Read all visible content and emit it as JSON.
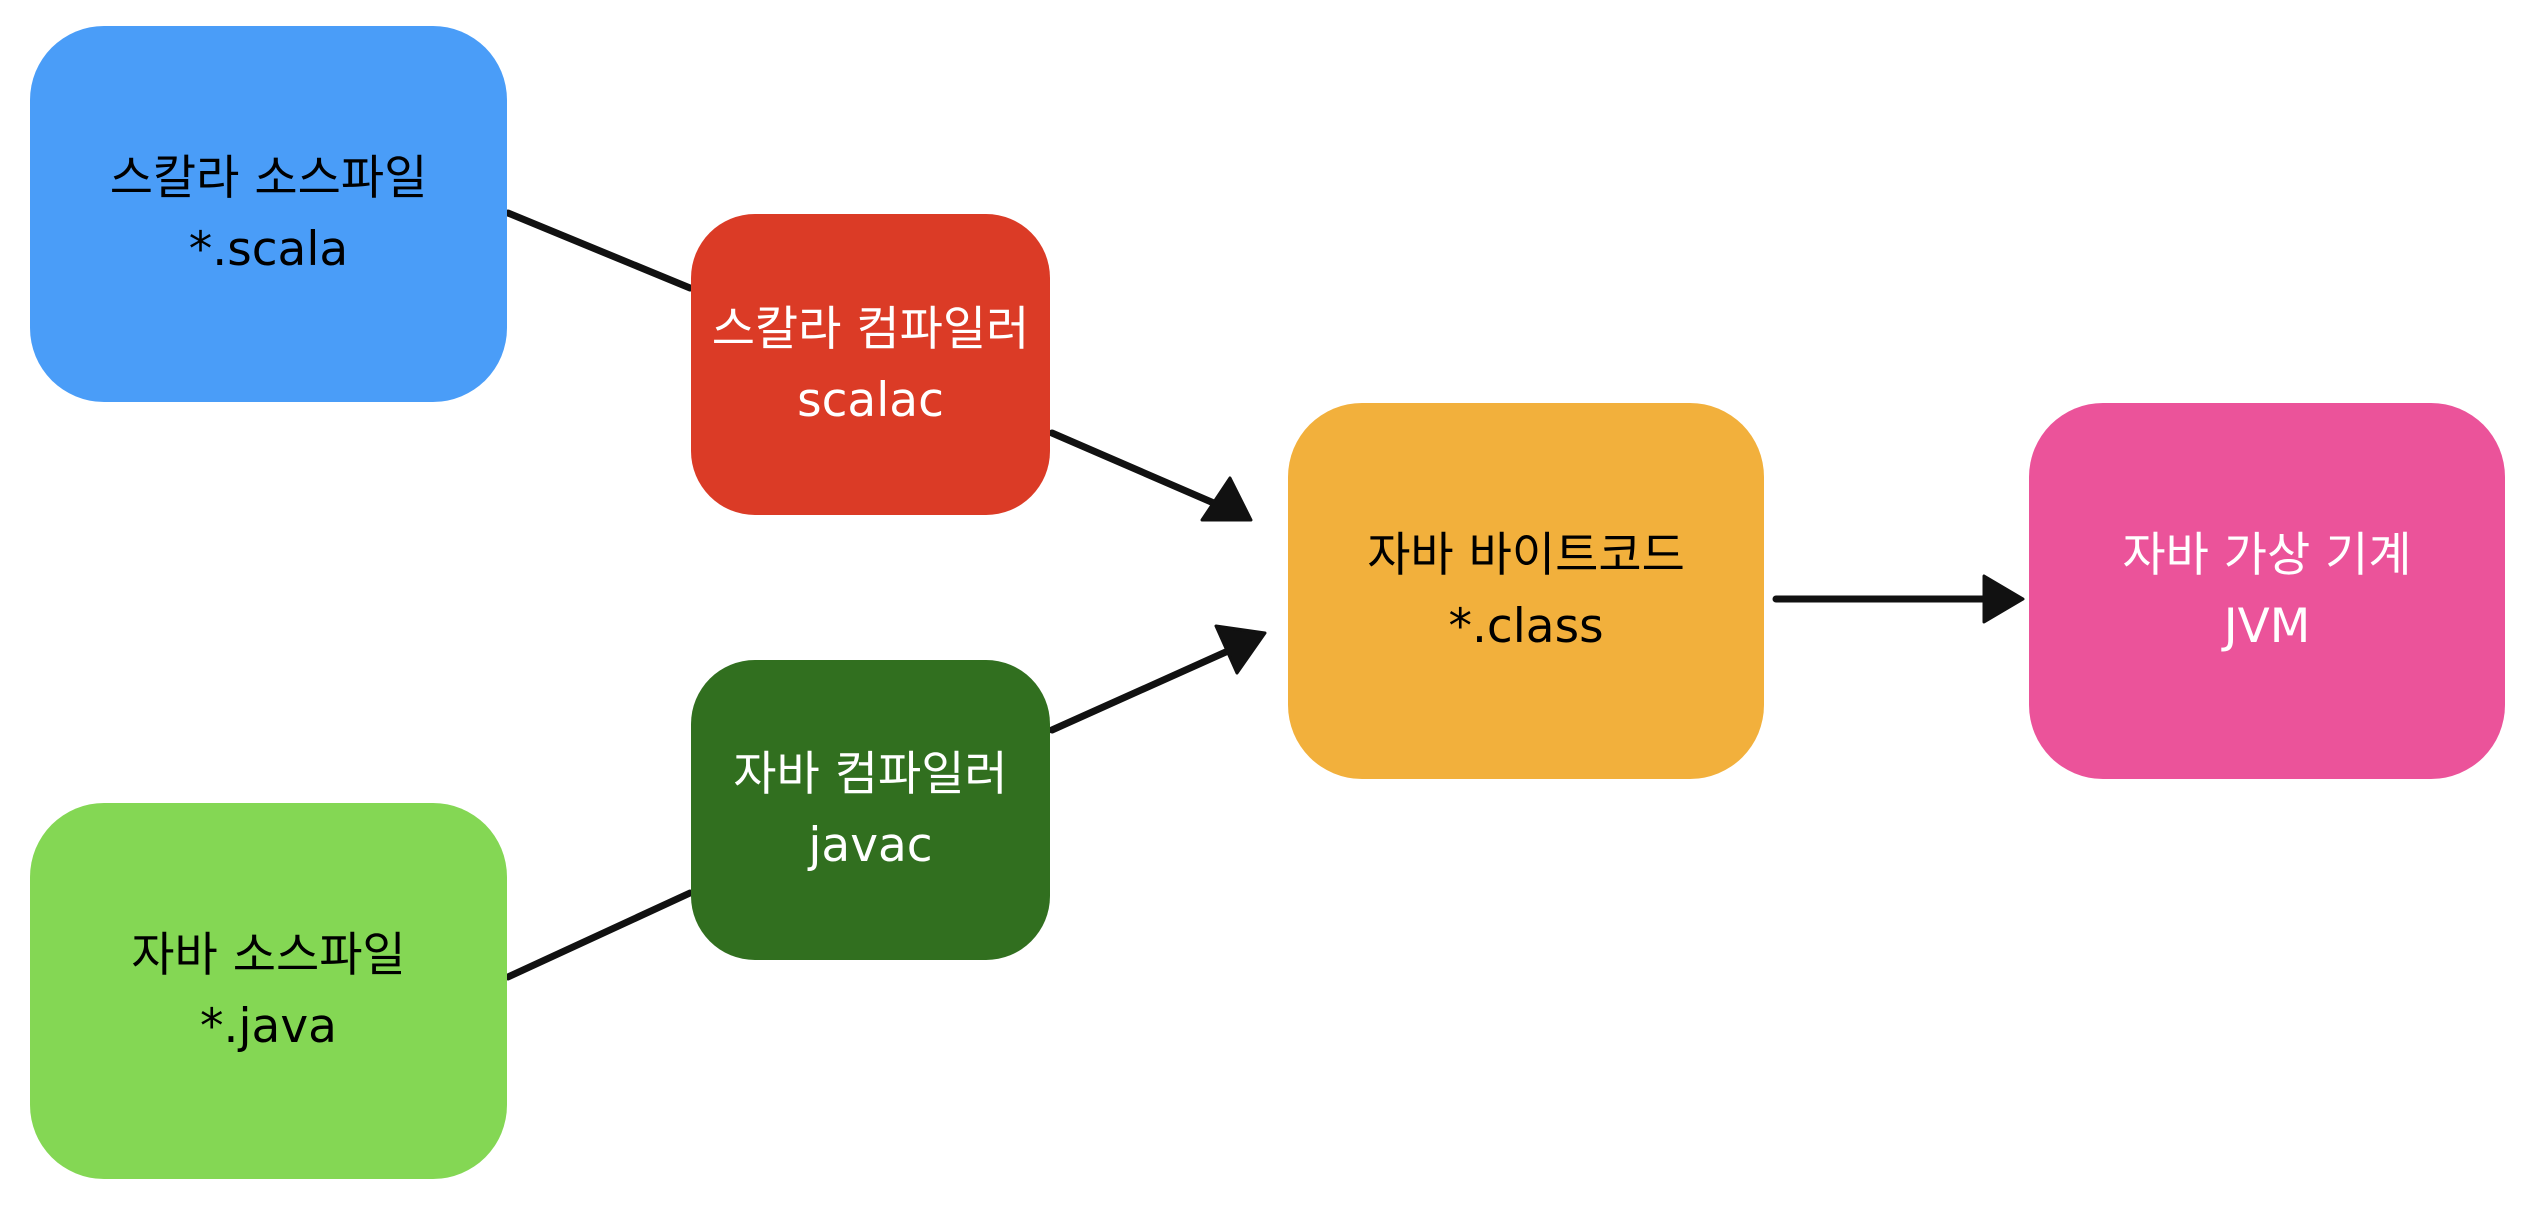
{
  "nodes": {
    "scala_source": {
      "line1": "스칼라 소스파일",
      "line2": "*.scala",
      "fill": "#4A9DF8",
      "text_color": "#000000"
    },
    "scala_compiler": {
      "line1": "스칼라 컴파일러",
      "line2": "scalac",
      "fill": "#DB3B26",
      "text_color": "#FFFFFF"
    },
    "java_source": {
      "line1": "자바 소스파일",
      "line2": "*.java",
      "fill": "#84D754",
      "text_color": "#000000"
    },
    "java_compiler": {
      "line1": "자바 컴파일러",
      "line2": "javac",
      "fill": "#316F1F",
      "text_color": "#FFFFFF"
    },
    "bytecode": {
      "line1": "자바 바이트코드",
      "line2": "*.class",
      "fill": "#F2B03C",
      "text_color": "#000000"
    },
    "jvm": {
      "line1": "자바 가상 기계",
      "line2": "JVM",
      "fill": "#EB539A",
      "text_color": "#FFFFFF"
    }
  },
  "edges": [
    {
      "from": "scala_source",
      "to": "scala_compiler",
      "arrowhead": false
    },
    {
      "from": "scala_compiler",
      "to": "bytecode",
      "arrowhead": true
    },
    {
      "from": "java_source",
      "to": "java_compiler",
      "arrowhead": false
    },
    {
      "from": "java_compiler",
      "to": "bytecode",
      "arrowhead": true
    },
    {
      "from": "bytecode",
      "to": "jvm",
      "arrowhead": true
    }
  ],
  "edge_color": "#111111"
}
